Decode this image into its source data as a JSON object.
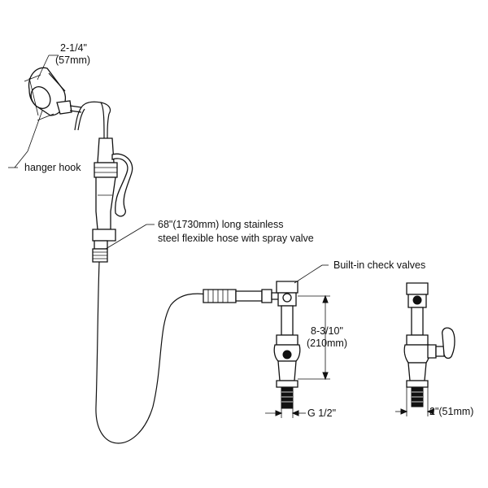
{
  "labels": {
    "hook_width_in": "2-1/4\"",
    "hook_width_mm": "(57mm)",
    "hanger_hook": "hanger hook",
    "hose_line1": "68\"(1730mm) long stainless",
    "hose_line2": "steel flexible hose with spray valve",
    "check_valves": "Built-in check valves",
    "height_in": "8-3/10\"",
    "height_mm": "(210mm)",
    "thread": "G 1/2\"",
    "base_width": "2\"(51mm)"
  },
  "icons": [
    "hanger-hook-icon",
    "spray-gun-icon",
    "flexible-hose-icon",
    "valve-assembly-icon",
    "valve-side-view-icon"
  ],
  "colors": {
    "line": "#111111",
    "background": "#ffffff"
  }
}
